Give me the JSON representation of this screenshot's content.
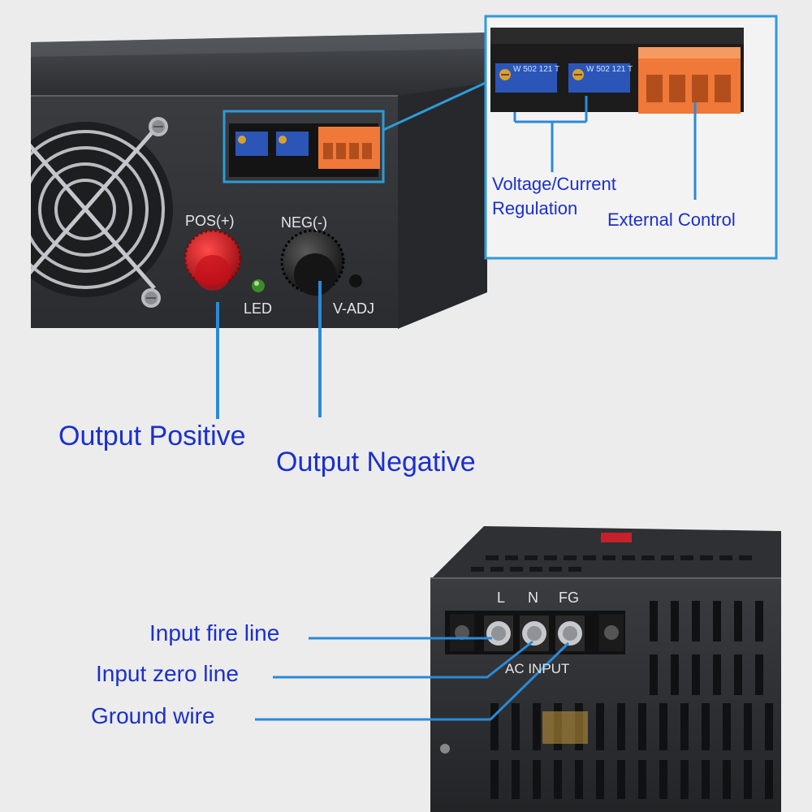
{
  "top_unit": {
    "pos_label": "POS(+)",
    "neg_label": "NEG(-)",
    "led_label": "LED",
    "vadj_label": "V-ADJ"
  },
  "inset": {
    "voltage_label_line1": "Voltage/Current",
    "voltage_label_line2": "Regulation",
    "external_label": "External Control",
    "pot_text_1": "W 502 121 T",
    "pot_text_2": "W 502 121 T"
  },
  "callouts": {
    "output_positive": "Output Positive",
    "output_negative": "Output Negative"
  },
  "bottom_unit": {
    "terminal_labels": [
      "L",
      "N",
      "FG"
    ],
    "ac_input_label": "AC INPUT",
    "input_fire_line": "Input fire line",
    "input_zero_line": "Input zero line",
    "ground_wire": "Ground wire"
  },
  "colors": {
    "callout_text": "#1a2fd0",
    "callout_line": "#2a8ad8",
    "pos_knob": "#c8101a",
    "neg_knob": "#1c1c1c",
    "terminal_block": "#f07838",
    "pot_body": "#2b56b8",
    "chassis": "#2e3033"
  }
}
